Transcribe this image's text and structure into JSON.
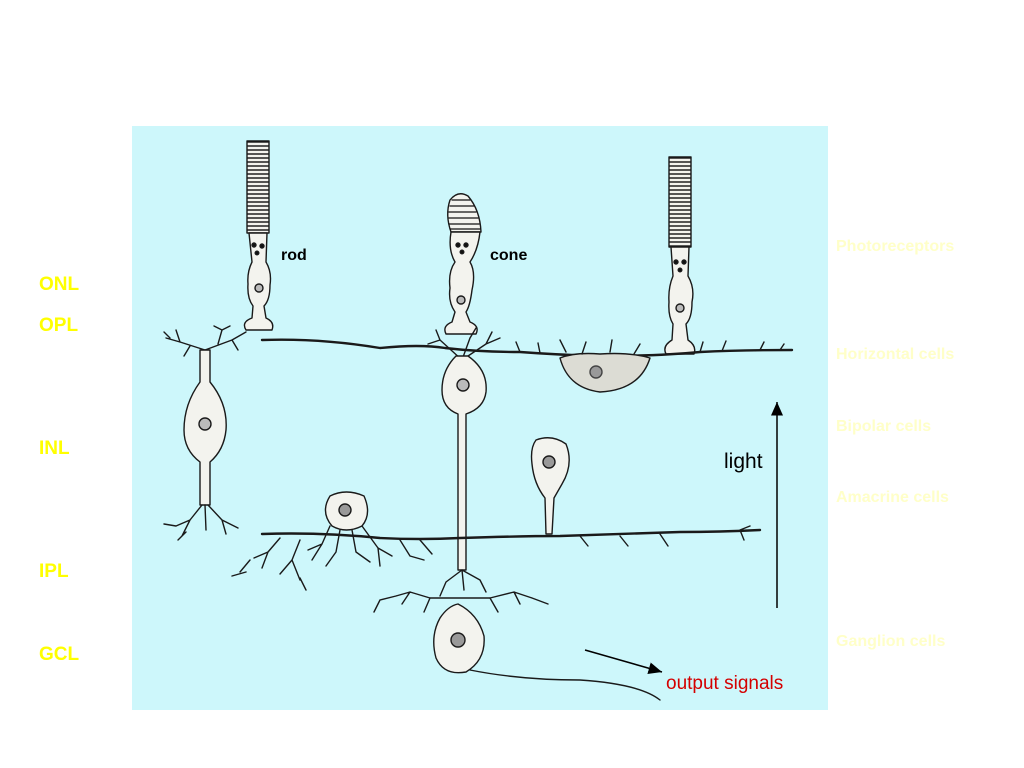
{
  "layers": {
    "onl": "ONL",
    "opl": "OPL",
    "inl": "INL",
    "ipl": "IPL",
    "gcl": "GCL"
  },
  "cells": {
    "photoreceptors": "Photoreceptors",
    "horizontal": "Horizontal cells",
    "bipolar": "Bipolar cells",
    "amacrine": "Amacrine cells",
    "ganglion": "Ganglion cells"
  },
  "diagram": {
    "rod": "rod",
    "cone": "cone",
    "light": "light",
    "output": "output signals"
  },
  "colors": {
    "layer_text": "#ffff00",
    "cell_text": "#ffffc8",
    "panel": "#cdf7fb",
    "output_text": "#d40000",
    "cell_fill": "#f3f3ee"
  }
}
